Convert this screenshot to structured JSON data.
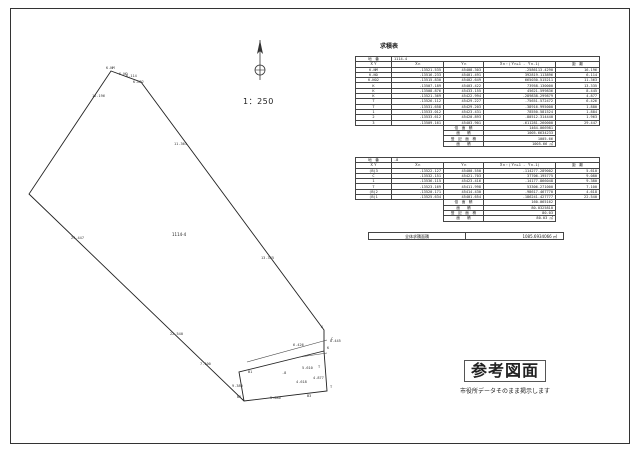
{
  "scale_label": "1：250",
  "table_title": "求積表",
  "table1": {
    "header_id": "地　番",
    "header_lot": "1114-4",
    "columns": [
      "ＸＹ",
      "Ｘn",
      "Ｙn",
      "Ｘn・(Ｙn+1 - Ｙn-1)",
      "距　離"
    ],
    "rows": [
      [
        "K.NM",
        "-13521.535",
        "45408.303",
        "-2586113.4290",
        "16.196"
      ],
      [
        "K.NO",
        "-13516.233",
        "45401.491",
        "392819.113896",
        "6.114"
      ],
      [
        "K.NO2",
        "-13515.830",
        "45402.649",
        "665030.515211",
        "11.363"
      ],
      [
        "K",
        "-13507.189",
        "45403.422",
        "73958.130000",
        "13.335"
      ],
      [
        "K",
        "-13508.876",
        "45433.155",
        "45621.599836",
        "8.445"
      ],
      [
        "K",
        "-13521.369",
        "45422.994",
        "-289838.299879",
        "4.877"
      ],
      [
        "T",
        "-13526.112",
        "45429.227",
        "-75651.572472",
        "6.426"
      ],
      [
        "T",
        "-13531.658",
        "45429.203",
        "-38916.995000",
        "1.880"
      ],
      [
        "1",
        "-13533.012",
        "45423.431",
        "78550.581524",
        "1.884"
      ],
      [
        "2",
        "-13533.612",
        "45420.893",
        "-80512.314440",
        "1.963"
      ],
      [
        "3",
        "-13509.161",
        "45403.901",
        "-611281.260000",
        "29.447"
      ]
    ],
    "sum_lines": [
      [
        "倍　面　積",
        "1464.066981"
      ],
      [
        "面　　積",
        "1005.6634233"
      ],
      [
        "登　記　面　積",
        "1005.66"
      ],
      [
        "面　　積",
        "1005.66 ㎡"
      ]
    ]
  },
  "table2": {
    "header_id": "地　番",
    "header_lot": "-8",
    "columns": [
      "ＸＹ",
      "Ｘn",
      "Ｙn",
      "Ｘn・(Ｙn+1 - Ｙn-1)",
      "距　離"
    ],
    "rows": [
      [
        "(B)3",
        "-13522.127",
        "45400.550",
        "-114277.289002",
        "5.610"
      ],
      [
        "C",
        "-13532.151",
        "45421.703",
        "37706.195775",
        "9.080"
      ],
      [
        "1",
        "-13536.115",
        "45423.416",
        "-14177.866048",
        "9.380"
      ],
      [
        "T",
        "-13523.169",
        "45411.998",
        "53306.271000",
        "7.100"
      ],
      [
        "(B)2",
        "-13520.171",
        "45414.430",
        "-98617.467770",
        "4.618"
      ],
      [
        "(B)1",
        "-13525.634",
        "45401.654",
        "-186241.427777",
        "22.540"
      ]
    ],
    "sum_lines": [
      [
        "倍　面　積",
        "160.065162"
      ],
      [
        "面　　積",
        "80.0325810"
      ],
      [
        "登　記　面　積",
        "80.03"
      ],
      [
        "面　　積",
        "80.03 ㎡"
      ]
    ]
  },
  "summary": {
    "label": "全体求積面積",
    "value": "1085.6934066 ㎡"
  },
  "stamp": {
    "title": "参考図面",
    "note": "市役所データそのまま掲示します"
  },
  "plan": {
    "area_label": "1114-4",
    "sub_area_label": "-8",
    "point_labels": [
      "K.NM",
      "K.NO",
      "K.NO2",
      "K",
      "K",
      "T",
      "B2",
      "B3",
      "B1",
      "T",
      "C"
    ],
    "distance_labels": [
      "16.196",
      "6.114",
      "11.363",
      "13.335",
      "29.447",
      "8.445",
      "4.877",
      "22.540",
      "6.426",
      "5.610",
      "9.080",
      "9.380",
      "7.100",
      "4.618"
    ]
  }
}
